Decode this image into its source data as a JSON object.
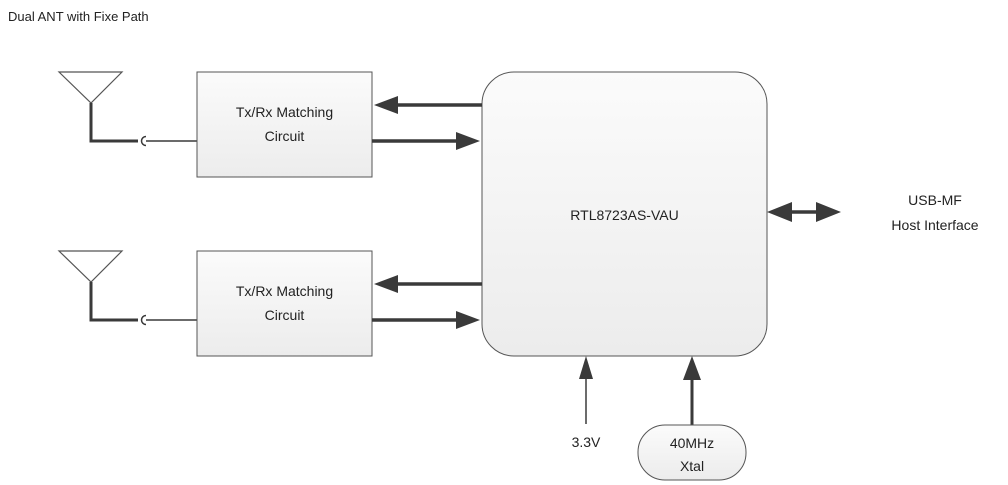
{
  "diagram": {
    "title": "Dual ANT with Fixe Path",
    "chip": {
      "label": "RTL8723AS-VAU"
    },
    "matching_circuits": [
      {
        "line1": "Tx/Rx Matching",
        "line2": "Circuit"
      },
      {
        "line1": "Tx/Rx Matching",
        "line2": "Circuit"
      }
    ],
    "host_interface": {
      "line1": "USB-MF",
      "line2": "Host Interface"
    },
    "power": {
      "label": "3.3V"
    },
    "crystal": {
      "line1": "40MHz",
      "line2": "Xtal"
    },
    "colors": {
      "line": "#3a3a3a",
      "box_fill": "#f4f4f4",
      "box_stroke": "#555555"
    }
  }
}
